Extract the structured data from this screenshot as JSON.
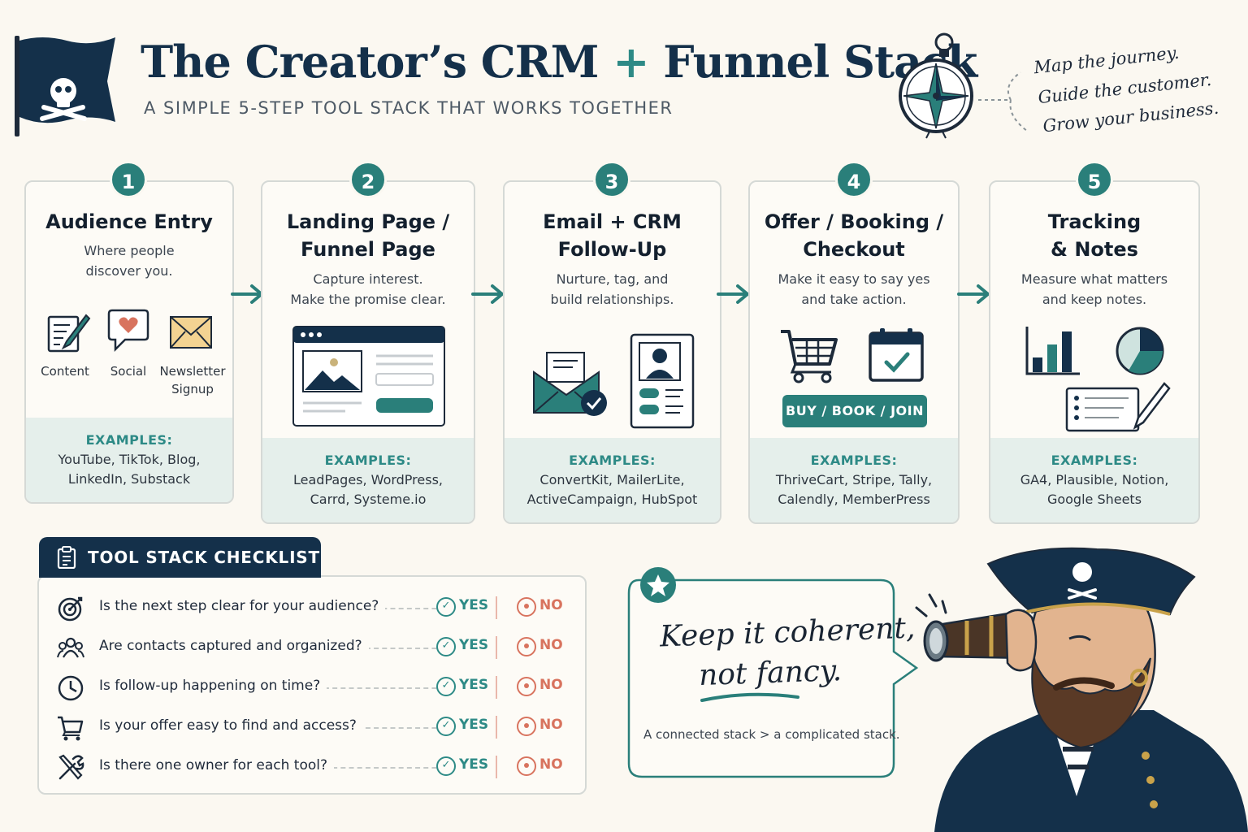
{
  "header": {
    "title_part1": "The Creator’s CRM",
    "title_plus": "+",
    "title_part2": "Funnel Stack",
    "subtitle": "A SIMPLE 5-STEP TOOL STACK THAT WORKS TOGETHER",
    "motto": [
      "Map the journey.",
      "Guide the customer.",
      "Grow your business."
    ]
  },
  "steps": [
    {
      "number": "1",
      "title_lines": [
        "Audience Entry"
      ],
      "desc_lines": [
        "Where people",
        "discover you."
      ],
      "icons": [
        {
          "icon": "content-icon",
          "label_lines": [
            "Content"
          ]
        },
        {
          "icon": "social-heart-bubble-icon",
          "label_lines": [
            "Social"
          ]
        },
        {
          "icon": "envelope-icon",
          "label_lines": [
            "Newsletter",
            "Signup"
          ]
        }
      ],
      "examples_label": "EXAMPLES:",
      "examples_lines": [
        "YouTube, TikTok, Blog,",
        "LinkedIn, Substack"
      ]
    },
    {
      "number": "2",
      "title_lines": [
        "Landing Page /",
        "Funnel Page"
      ],
      "desc_lines": [
        "Capture interest.",
        "Make the promise clear."
      ],
      "examples_label": "EXAMPLES:",
      "examples_lines": [
        "LeadPages, WordPress,",
        "Carrd, Systeme.io"
      ]
    },
    {
      "number": "3",
      "title_lines": [
        "Email + CRM",
        "Follow-Up"
      ],
      "desc_lines": [
        "Nurture, tag, and",
        "build relationships."
      ],
      "examples_label": "EXAMPLES:",
      "examples_lines": [
        "ConvertKit, MailerLite,",
        "ActiveCampaign, HubSpot"
      ]
    },
    {
      "number": "4",
      "title_lines": [
        "Offer / Booking /",
        "Checkout"
      ],
      "desc_lines": [
        "Make it easy to say yes",
        "and take action."
      ],
      "button_label": "BUY / BOOK / JOIN",
      "examples_label": "EXAMPLES:",
      "examples_lines": [
        "ThriveCart, Stripe, Tally,",
        "Calendly, MemberPress"
      ]
    },
    {
      "number": "5",
      "title_lines": [
        "Tracking",
        "& Notes"
      ],
      "desc_lines": [
        "Measure what matters",
        "and keep notes."
      ],
      "examples_label": "EXAMPLES:",
      "examples_lines": [
        "GA4, Plausible, Notion,",
        "Google Sheets"
      ]
    }
  ],
  "checklist": {
    "title": "TOOL STACK CHECKLIST",
    "yes_label": "YES",
    "no_label": "NO",
    "items": [
      {
        "icon": "target-icon",
        "question": "Is the next step clear for your audience?"
      },
      {
        "icon": "contacts-icon",
        "question": "Are contacts captured and organized?"
      },
      {
        "icon": "clock-icon",
        "question": "Is follow-up happening on time?"
      },
      {
        "icon": "cart-icon",
        "question": "Is your offer easy to find and access?"
      },
      {
        "icon": "tools-icon",
        "question": "Is there one owner for each tool?"
      }
    ]
  },
  "callout": {
    "quote_line1": "Keep it coherent,",
    "quote_line2": "not fancy.",
    "tagline": "A connected stack > a complicated stack."
  },
  "colors": {
    "navy": "#14304a",
    "teal": "#2a7f7a",
    "coral": "#d8735e",
    "cream": "#fbf8f1",
    "panel": "#e5efeb"
  }
}
